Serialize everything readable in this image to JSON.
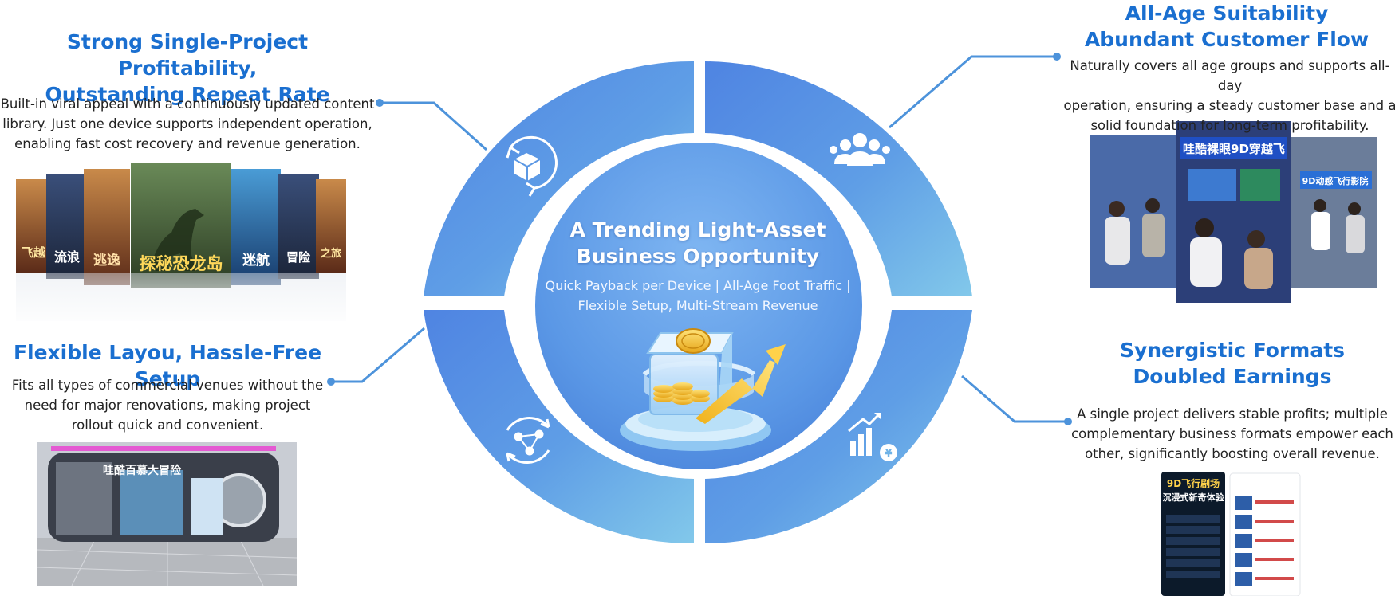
{
  "center": {
    "title_line1": "A Trending Light-Asset",
    "title_line2": "Business Opportunity",
    "subtitle_line1": "Quick Payback per Device | All-Age Foot Traffic |",
    "subtitle_line2": "Flexible Setup, Multi-Stream Revenue",
    "icon": "treasure-box-with-coins-and-rising-arrow"
  },
  "features": {
    "top_left": {
      "title_line1": "Strong Single-Project Profitability,",
      "title_line2": "Outstanding Repeat Rate",
      "body_line1": "Built-in viral appeal with a continuously updated content",
      "body_line2": "library. Just one device supports independent operation,",
      "body_line3": "enabling fast cost recovery and revenue generation.",
      "icon": "box-cycle-icon",
      "poster_texts": [
        "飞越",
        "流浪",
        "逃逸",
        "探秘恐龙岛",
        "迷航",
        "冒险",
        "之旅"
      ]
    },
    "bottom_left": {
      "title": "Flexible Layou, Hassle-Free Setup",
      "body_line1": "Fits all types of commercial venues without the",
      "body_line2": "need for major renovations, making project",
      "body_line3": "rollout quick and convenient.",
      "icon": "network-cycle-icon",
      "storefront_sign": "哇酷百慕大冒险"
    },
    "top_right": {
      "title_line1": "All-Age Suitability",
      "title_line2": "Abundant Customer Flow",
      "body_line1": "Naturally covers all age groups and supports all-day",
      "body_line2": "operation, ensuring a steady customer base and a",
      "body_line3": "solid foundation for long-term profitability.",
      "icon": "group-people-icon",
      "photo_sign_main": "哇酷裸眼9D穿越飞",
      "photo_sign_side": "9D动感飞行影院"
    },
    "bottom_right": {
      "title_line1": "Synergistic Formats",
      "title_line2": "Doubled Earnings",
      "body_line1": "A single project delivers stable profits; multiple",
      "body_line2": "complementary business formats empower each",
      "body_line3": "other, significantly boosting overall revenue.",
      "icon": "growth-chart-yuan-icon",
      "phone_title_line1": "9D飞行剧场",
      "phone_title_line2": "沉浸式新奇体验"
    }
  },
  "colors": {
    "accent_blue": "#1a6fd0",
    "ring_dark": "#4a86e0",
    "ring_light": "#7ec3e8",
    "text": "#222222"
  }
}
